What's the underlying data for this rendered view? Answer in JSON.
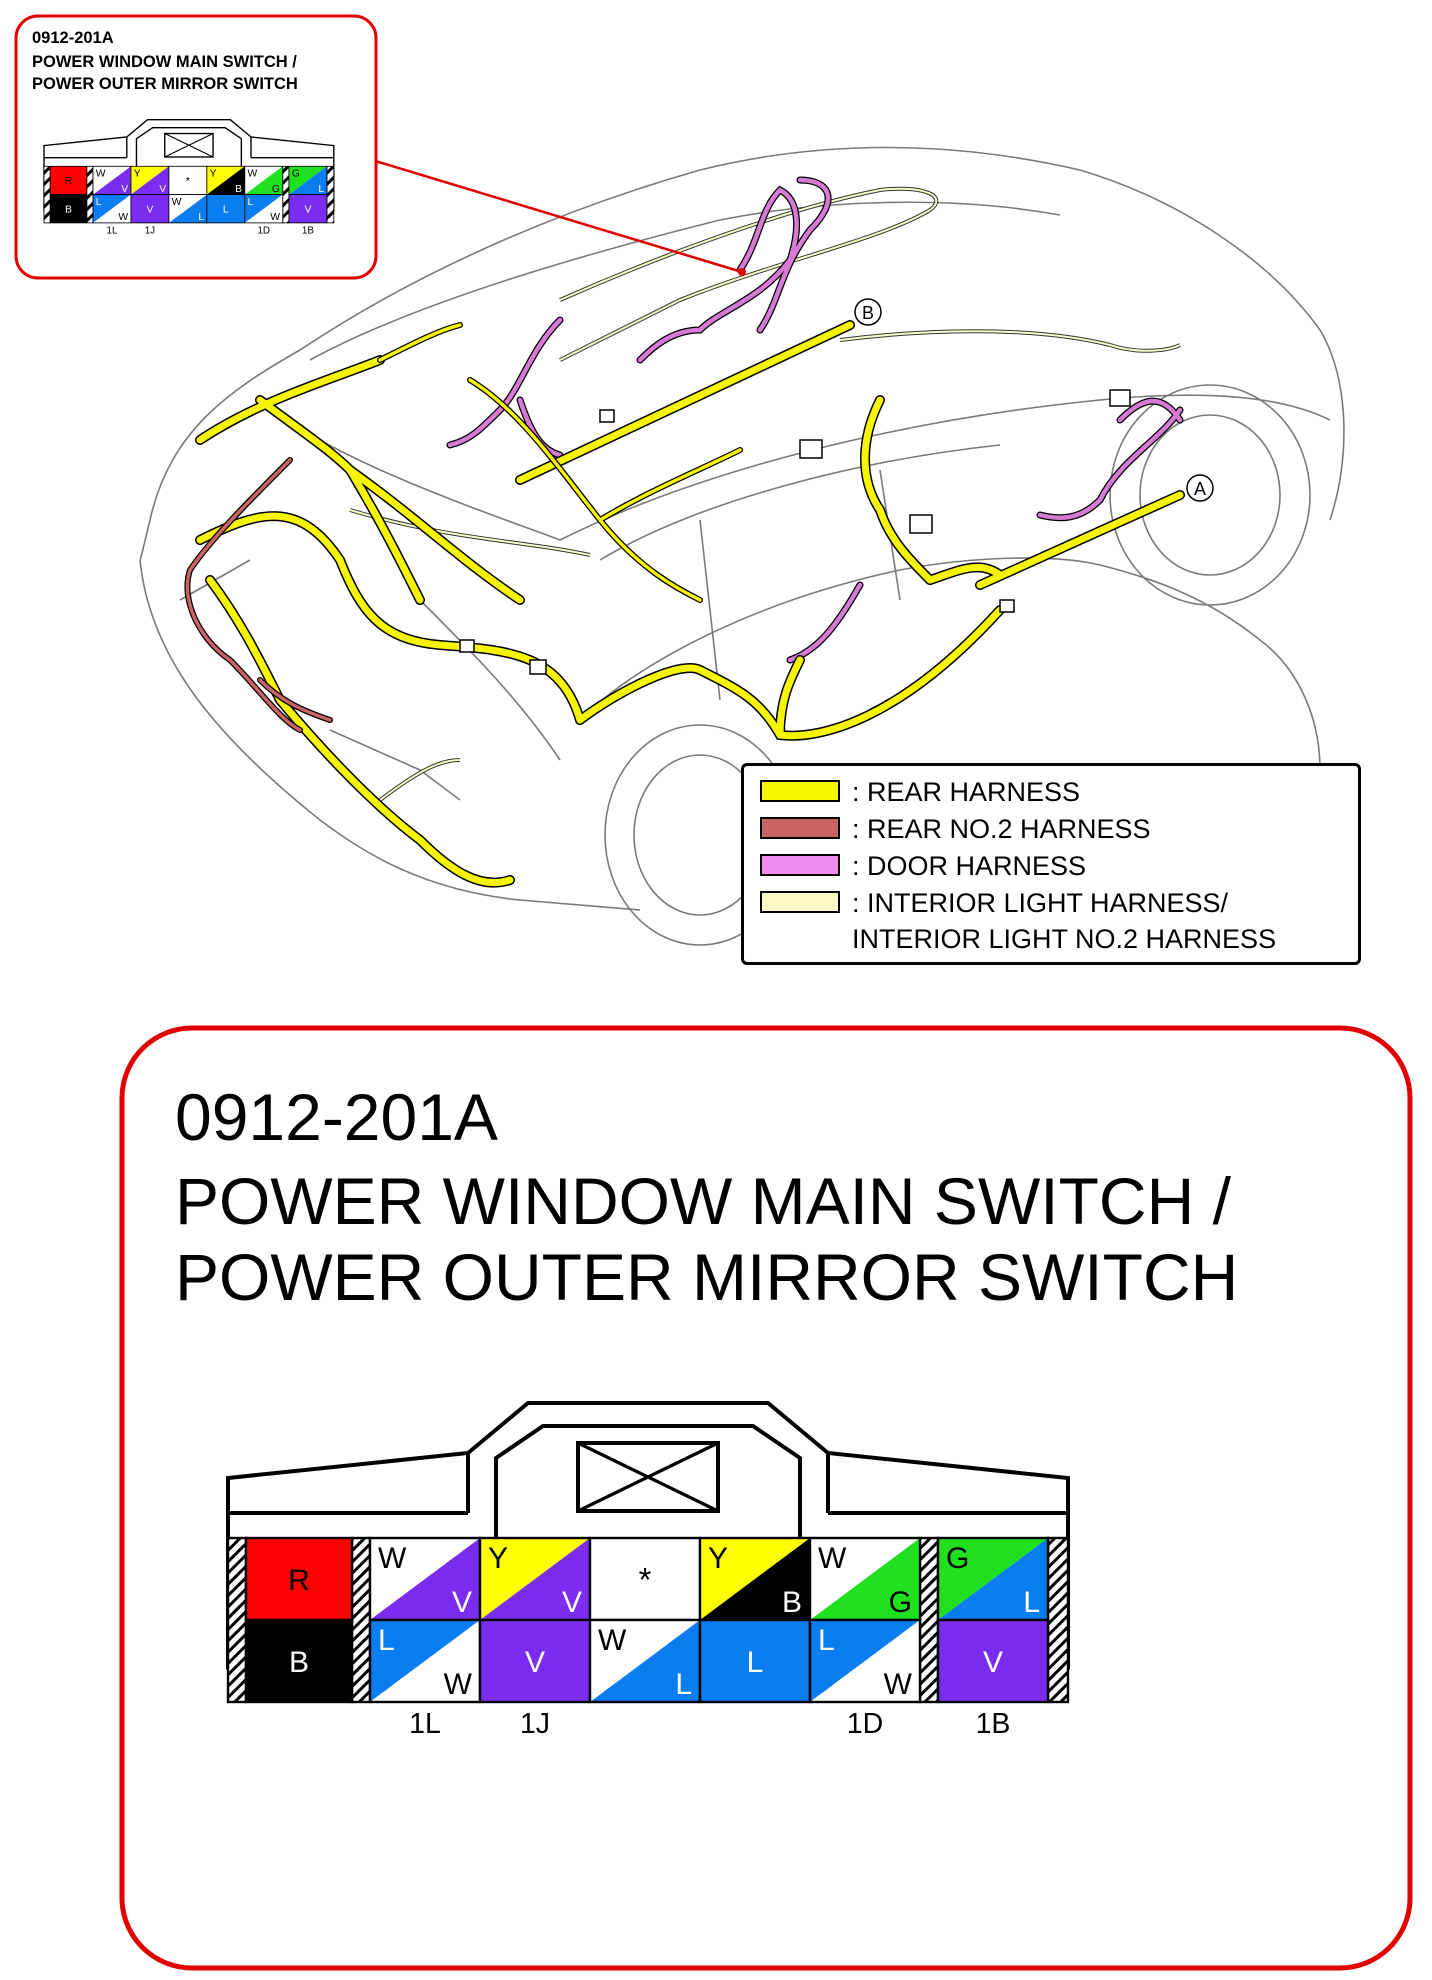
{
  "small_callout": {
    "code": "0912-201A",
    "title_line1": "POWER WINDOW MAIN SWITCH /",
    "title_line2": "POWER OUTER MIRROR SWITCH"
  },
  "big_callout": {
    "code": "0912-201A",
    "title_line1": "POWER WINDOW MAIN SWITCH /",
    "title_line2": "POWER OUTER MIRROR SWITCH"
  },
  "location_markers": [
    "A",
    "B"
  ],
  "legend": [
    {
      "label": ": REAR HARNESS",
      "color": "#f5f500"
    },
    {
      "label": ": REAR NO.2 HARNESS",
      "color": "#c86464"
    },
    {
      "label": ": DOOR HARNESS",
      "color": "#f08cf0"
    },
    {
      "label": ": INTERIOR LIGHT HARNESS/\nINTERIOR LIGHT NO.2 HARNESS",
      "color": "#fafac8"
    }
  ],
  "colors": {
    "callout_border": "#e00000",
    "R": "#ff0000",
    "B": "#000000",
    "W": "#ffffff",
    "Y": "#ffff00",
    "V": "#7a2cf0",
    "L": "#0a7df0",
    "G": "#20e020",
    "rear_harness": "#f5f500",
    "rear_no2_harness": "#c86464",
    "door_harness": "#d67ad6",
    "interior_light_harness": "#fafac8"
  },
  "connector": {
    "pins": [
      {
        "row": "top",
        "col": 1,
        "type": "solid",
        "color": "R",
        "label": "R"
      },
      {
        "row": "top",
        "col": 2,
        "type": "split",
        "upper": "W",
        "lower": "V"
      },
      {
        "row": "top",
        "col": 3,
        "type": "split",
        "upper": "Y",
        "lower": "V"
      },
      {
        "row": "top",
        "col": 4,
        "type": "empty",
        "label": "*"
      },
      {
        "row": "top",
        "col": 5,
        "type": "split",
        "upper": "Y",
        "lower": "B"
      },
      {
        "row": "top",
        "col": 6,
        "type": "split",
        "upper": "W",
        "lower": "G"
      },
      {
        "row": "top",
        "col": 7,
        "type": "split",
        "upper": "G",
        "lower": "L"
      },
      {
        "row": "bottom",
        "col": 1,
        "type": "solid",
        "color": "B",
        "label": "B"
      },
      {
        "row": "bottom",
        "col": 2,
        "type": "split",
        "upper": "L",
        "lower": "W"
      },
      {
        "row": "bottom",
        "col": 3,
        "type": "solid",
        "color": "V",
        "label": "V"
      },
      {
        "row": "bottom",
        "col": 4,
        "type": "split",
        "upper": "W",
        "lower": "L"
      },
      {
        "row": "bottom",
        "col": 5,
        "type": "solid",
        "color": "L",
        "label": "L"
      },
      {
        "row": "bottom",
        "col": 6,
        "type": "split",
        "upper": "L",
        "lower": "W"
      },
      {
        "row": "bottom",
        "col": 7,
        "type": "solid",
        "color": "V",
        "label": "V"
      }
    ],
    "pin_labels": [
      "1L",
      "1J",
      "1D",
      "1B"
    ]
  }
}
